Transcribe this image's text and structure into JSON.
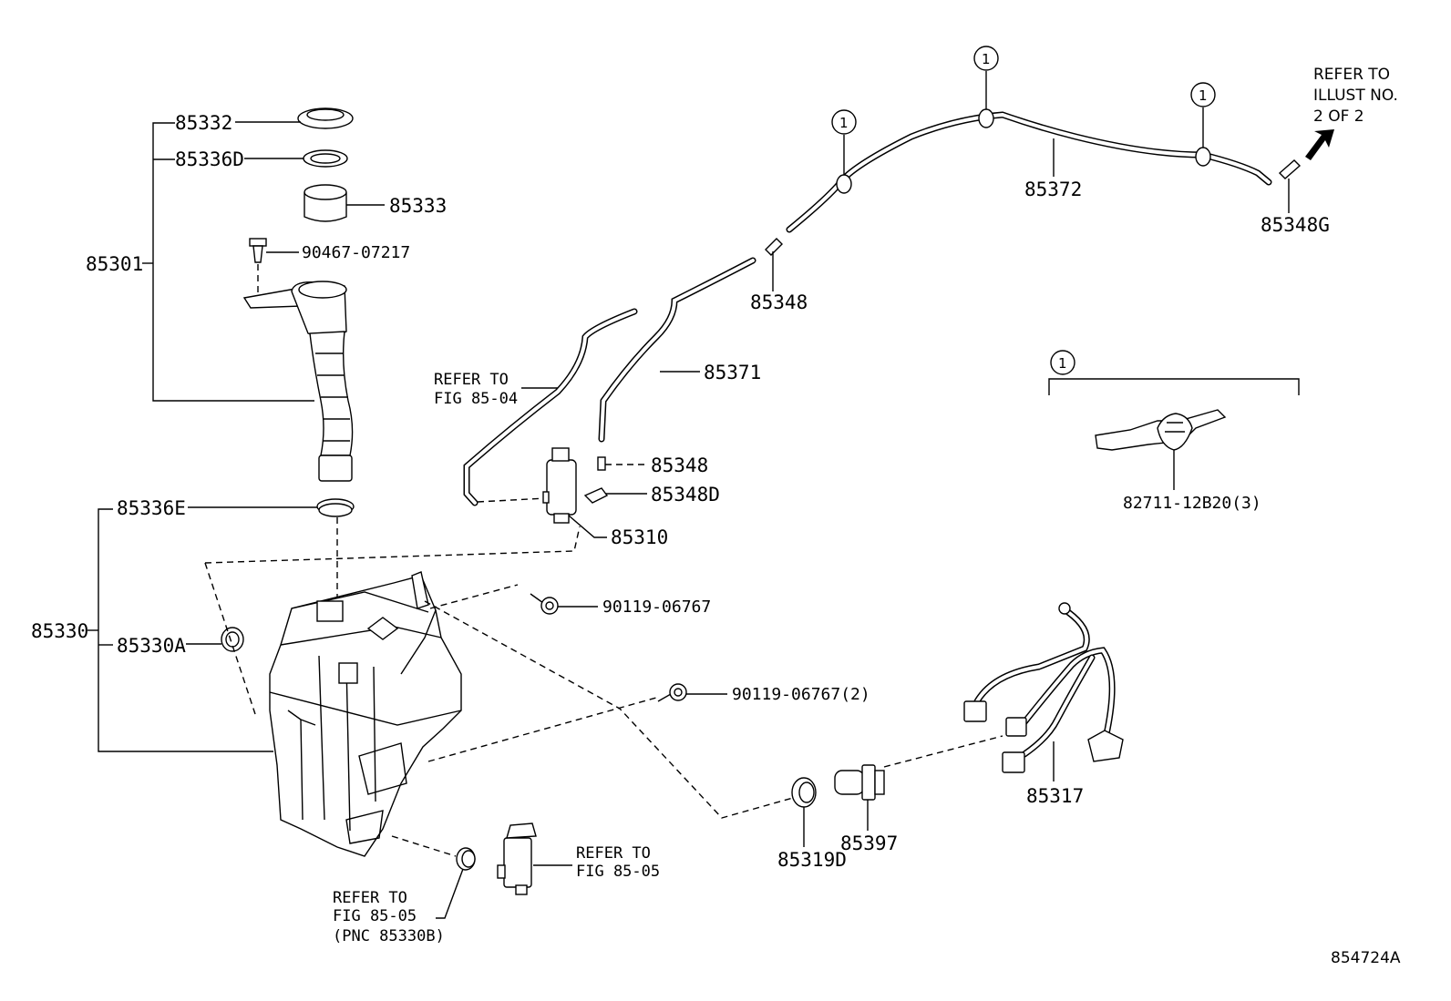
{
  "diagram": {
    "parts": {
      "p85332": "85332",
      "p85336D": "85336D",
      "p85333": "85333",
      "p90467": "90467-07217",
      "p85301": "85301",
      "p85336E": "85336E",
      "p85330": "85330",
      "p85330A": "85330A",
      "p85310": "85310",
      "p85348a": "85348",
      "p85348D": "85348D",
      "p85371": "85371",
      "p85348b": "85348",
      "p85372": "85372",
      "p85348G": "85348G",
      "p90119a": "90119-06767",
      "p90119b": "90119-06767(2)",
      "p82711": "82711-12B20(3)",
      "p85317": "85317",
      "p85397": "85397",
      "p85319D": "85319D"
    },
    "refs": {
      "fig8504_l1": "REFER TO",
      "fig8504_l2": "FIG 85-04",
      "fig8505a_l1": "REFER TO",
      "fig8505a_l2": "FIG 85-05",
      "fig8505b_l1": "REFER TO",
      "fig8505b_l2": "FIG 85-05",
      "fig8505b_l3": "(PNC 85330B)",
      "illust_l1": "REFER TO",
      "illust_l2": "ILLUST NO.",
      "illust_l3": "2 OF 2"
    },
    "callout": "1",
    "illustration_id": "854724A"
  }
}
